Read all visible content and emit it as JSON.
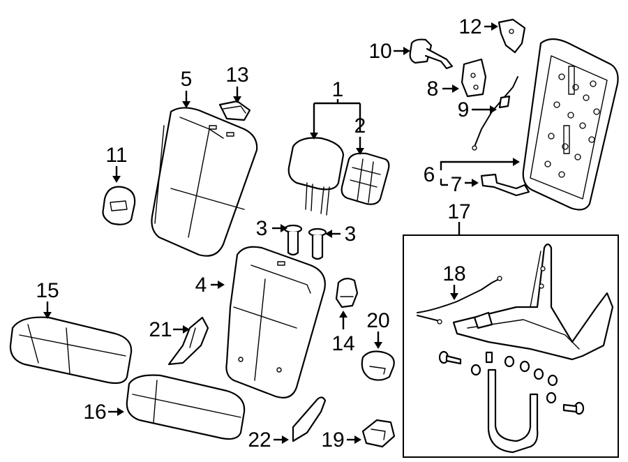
{
  "diagram": {
    "callouts": [
      {
        "id": "c1",
        "label": "1"
      },
      {
        "id": "c2",
        "label": "2"
      },
      {
        "id": "c3a",
        "label": "3"
      },
      {
        "id": "c3b",
        "label": "3"
      },
      {
        "id": "c4",
        "label": "4"
      },
      {
        "id": "c5",
        "label": "5"
      },
      {
        "id": "c6",
        "label": "6"
      },
      {
        "id": "c7",
        "label": "7"
      },
      {
        "id": "c8",
        "label": "8"
      },
      {
        "id": "c9",
        "label": "9"
      },
      {
        "id": "c10",
        "label": "10"
      },
      {
        "id": "c11",
        "label": "11"
      },
      {
        "id": "c12",
        "label": "12"
      },
      {
        "id": "c13",
        "label": "13"
      },
      {
        "id": "c14",
        "label": "14"
      },
      {
        "id": "c15",
        "label": "15"
      },
      {
        "id": "c16",
        "label": "16"
      },
      {
        "id": "c17",
        "label": "17"
      },
      {
        "id": "c18",
        "label": "18"
      },
      {
        "id": "c19",
        "label": "19"
      },
      {
        "id": "c20",
        "label": "20"
      },
      {
        "id": "c21",
        "label": "21"
      },
      {
        "id": "c22",
        "label": "22"
      }
    ]
  }
}
